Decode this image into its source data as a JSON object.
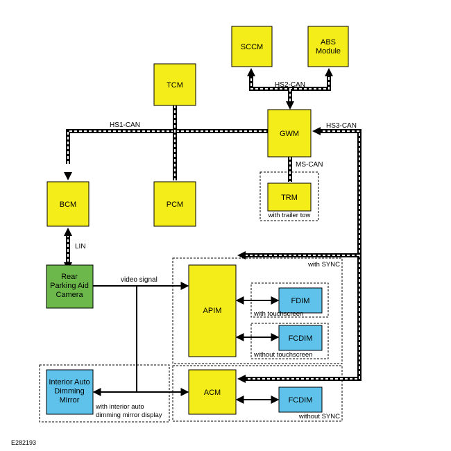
{
  "figure_id": "E282193",
  "colors": {
    "module_yellow": "#f5ed19",
    "module_green": "#6cb84b",
    "module_blue": "#5ec2ea",
    "stroke": "#000000"
  },
  "modules": {
    "sccm": {
      "lines": [
        "SCCM"
      ]
    },
    "abs": {
      "lines": [
        "ABS",
        "Module"
      ]
    },
    "tcm": {
      "lines": [
        "TCM"
      ]
    },
    "gwm": {
      "lines": [
        "GWM"
      ]
    },
    "bcm": {
      "lines": [
        "BCM"
      ]
    },
    "pcm": {
      "lines": [
        "PCM"
      ]
    },
    "trm": {
      "lines": [
        "TRM"
      ]
    },
    "camera": {
      "lines": [
        "Rear",
        "Parking Aid",
        "Camera"
      ]
    },
    "apim": {
      "lines": [
        "APIM"
      ]
    },
    "fdim": {
      "lines": [
        "FDIM"
      ]
    },
    "fcdim_top": {
      "lines": [
        "FCDIM"
      ]
    },
    "acm": {
      "lines": [
        "ACM"
      ]
    },
    "fcdim_bottom": {
      "lines": [
        "FCDIM"
      ]
    },
    "mirror": {
      "lines": [
        "Interior Auto",
        "Dimming",
        "Mirror"
      ]
    }
  },
  "buses": {
    "hs1": "HS1-CAN",
    "hs2": "HS2-CAN",
    "hs3": "HS3-CAN",
    "ms": "MS-CAN",
    "lin": "LIN",
    "video": "video signal"
  },
  "groups": {
    "trailer": "with trailer tow",
    "sync": "with SYNC",
    "touch": "with touchscreen",
    "notouch": "without touchscreen",
    "nosync": "without SYNC",
    "mirror_line1": "with interior auto",
    "mirror_line2": "dimming mirror display"
  }
}
